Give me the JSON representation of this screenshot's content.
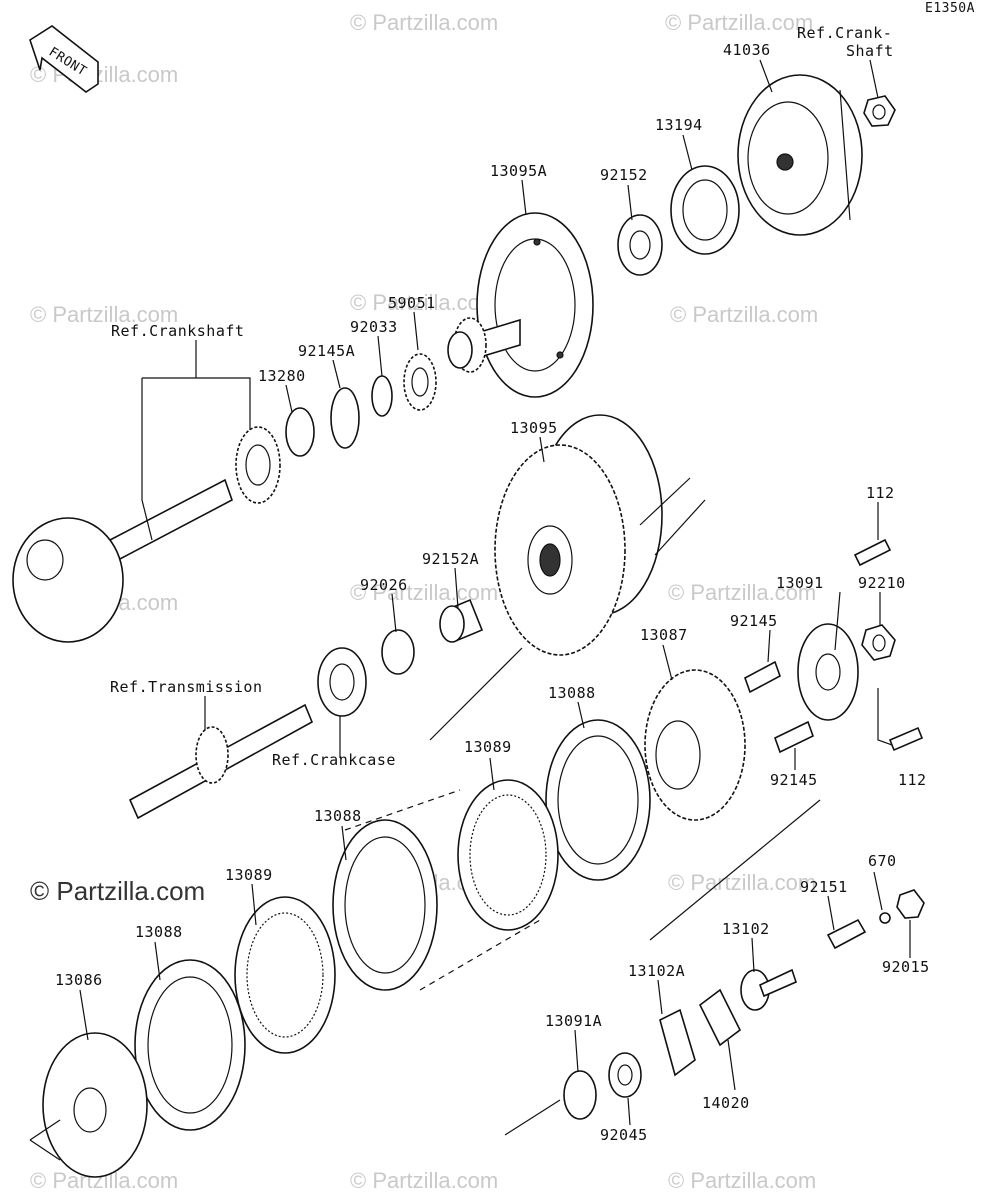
{
  "diagram_id": "E1350A",
  "front_label": "FRONT",
  "watermark": "© Partzilla.com",
  "references": {
    "crankshaft_top": "Ref.Crank-",
    "crankshaft_top_2": "Shaft",
    "crankshaft": "Ref.Crankshaft",
    "transmission": "Ref.Transmission",
    "crankcase": "Ref.Crankcase"
  },
  "parts": {
    "p41036": "41036",
    "p13194": "13194",
    "p92152": "92152",
    "p13095A": "13095A",
    "p59051": "59051",
    "p92033": "92033",
    "p92145A": "92145A",
    "p13280": "13280",
    "p13095": "13095",
    "p92152A": "92152A",
    "p92026": "92026",
    "p112_top": "112",
    "p13091": "13091",
    "p92210": "92210",
    "p92145_top": "92145",
    "p13087": "13087",
    "p13088_mid": "13088",
    "p13089_mid": "13089",
    "p92145_bottom": "92145",
    "p112_bottom": "112",
    "p13088_low": "13088",
    "p13089_low": "13089",
    "p13088_left": "13088",
    "p13086": "13086",
    "p670": "670",
    "p92151": "92151",
    "p92015": "92015",
    "p13102": "13102",
    "p13102A": "13102A",
    "p13091A": "13091A",
    "p14020": "14020",
    "p92045": "92045"
  }
}
